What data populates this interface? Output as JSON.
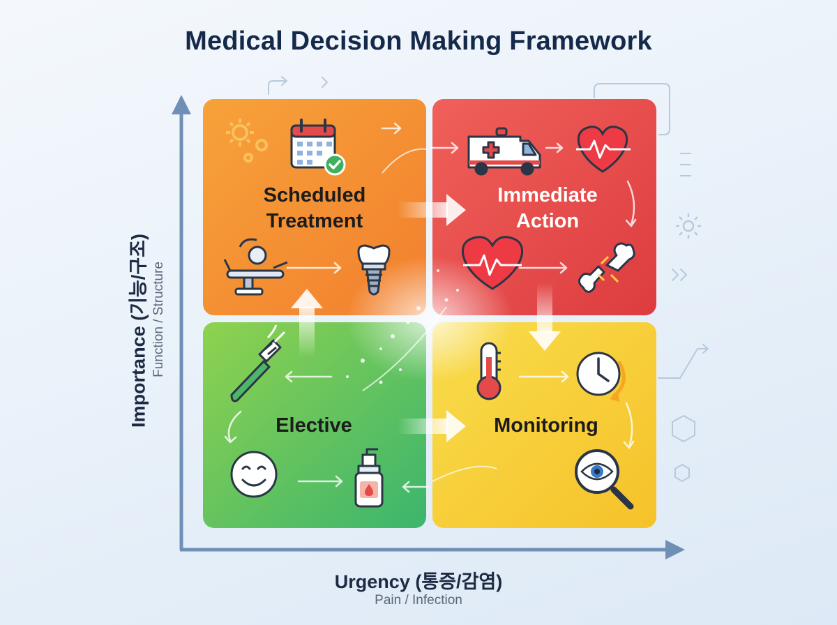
{
  "title": "Medical Decision Making Framework",
  "axes": {
    "y_label": "Importance (기능/구조)",
    "y_sub": "Function / Structure",
    "x_label": "Urgency (통증/감염)",
    "x_sub": "Pain / Infection"
  },
  "quadrants": {
    "top_left": {
      "line1": "Scheduled",
      "line2": "Treatment"
    },
    "top_right": {
      "line1": "Immediate",
      "line2": "Action"
    },
    "bottom_left": {
      "line1": "Elective"
    },
    "bottom_right": {
      "line1": "Monitoring"
    }
  },
  "colors": {
    "scheduled": "#f58f35",
    "immediate": "#e8494c",
    "elective": "#5cc15a",
    "monitoring": "#f7d23a",
    "axis": "#6b8db3",
    "title": "#15294a"
  },
  "icons": [
    "gear-icon",
    "calendar-check-icon",
    "dental-chair-icon",
    "dental-implant-icon",
    "ambulance-icon",
    "heartbeat-icon",
    "broken-bone-icon",
    "toothbrush-icon",
    "smiley-icon",
    "medicine-bottle-icon",
    "thermometer-icon",
    "clock-icon",
    "magnifier-eye-icon"
  ]
}
